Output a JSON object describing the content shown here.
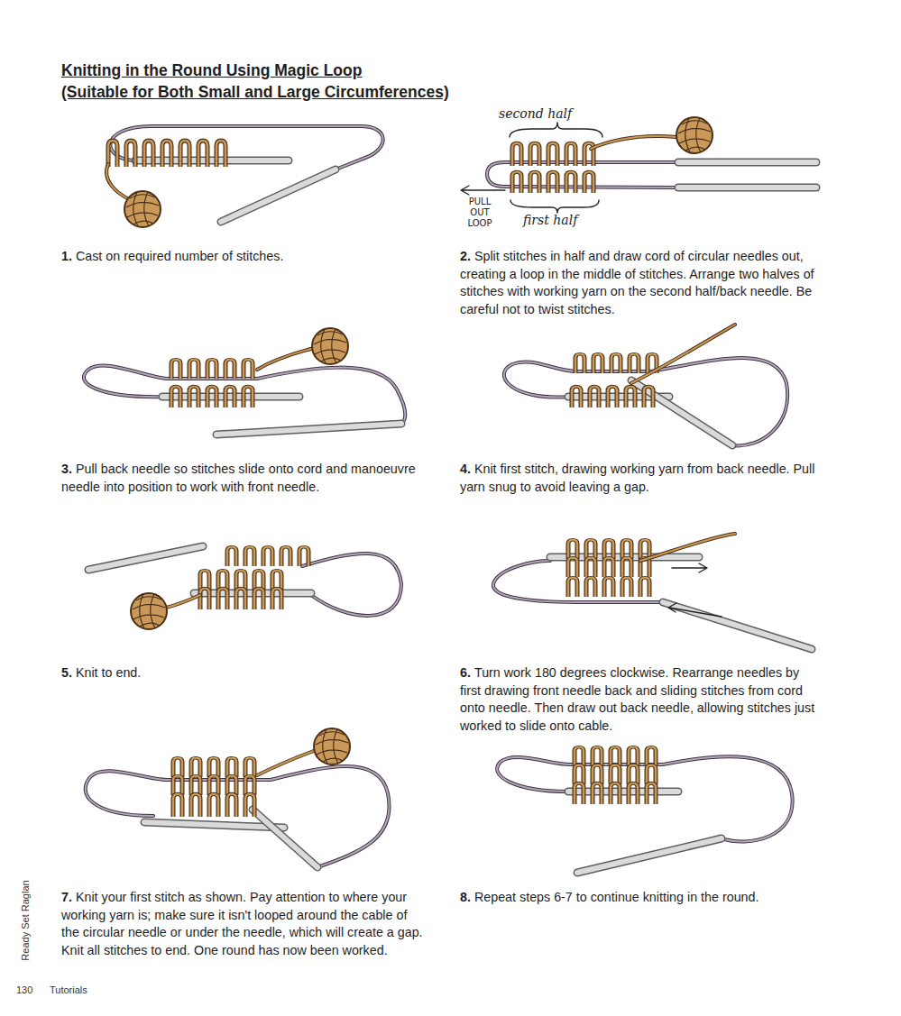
{
  "diagram": {
    "title": "Knitting in the Round Using Magic Loop",
    "labels": [
      "(Suitable for Both Small and Large Circumferences)",
      "1.",
      "Cast on required number of stitches.",
      "second half",
      "PULL OUT LOOP",
      "first half",
      "2.",
      "Split stitches in half and draw cord of circular needles out, creating a loop in the middle of stitches. Arrange two halves of stitches with working yarn on the second half/back needle. Be careful not to twist stitches.",
      "3.",
      "Pull back needle so stitches slide onto cord and manoeuvre needle into position to work with front needle.",
      "4.",
      "Knit first stitch, drawing working yarn from back needle. Pull yarn snug to avoid leaving a gap.",
      "5.",
      "Knit to end.",
      "6.",
      "Turn work 180 degrees clockwise. Rearrange needles by first drawing front needle back and sliding stitches from cord onto needle. Then draw out back needle, allowing stitches just worked to slide onto cable.",
      "7.",
      "Knit your first stitch as shown. Pay attention to where your working yarn is; make sure it isn't looped around the cable of the circular needle or under the needle, which will create a gap. Knit all stitches to end. One round has now been worked.",
      "8.",
      "Repeat steps 6-7 to continue knitting in the round.",
      "Ready Set Raglan",
      "130",
      "Tutorials"
    ]
  }
}
